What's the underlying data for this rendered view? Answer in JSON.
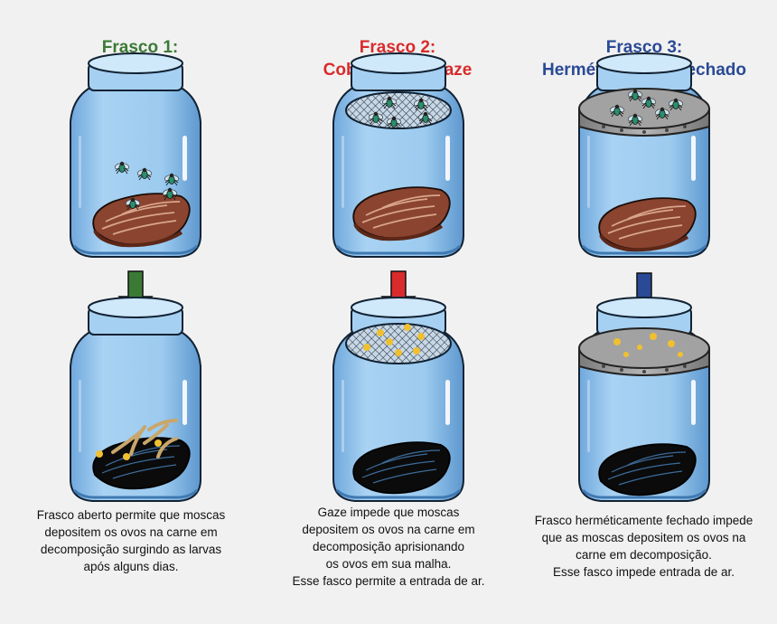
{
  "flasks": [
    {
      "title_line1": "Frasco 1:",
      "title_line2": "Aberto",
      "color": "#3b7a35",
      "caption": [
        "Frasco aberto permite que moscas",
        "depositem os ovos na carne em",
        "decomposição surgindo as larvas",
        "após alguns dias."
      ]
    },
    {
      "title_line1": "Frasco 2:",
      "title_line2": "Coberto com gaze",
      "color": "#d92b2b",
      "caption": [
        "Gaze impede que moscas",
        "depositem os ovos na carne em",
        "decomposição aprisionando",
        "os ovos em sua malha.",
        "Esse fasco permite a entrada de ar."
      ]
    },
    {
      "title_line1": "Frasco 3:",
      "title_line2": "Herméticamente fechado",
      "color": "#2a4a96",
      "caption": [
        "Frasco herméticamente fechado impede",
        "que as moscas depositem os ovos na",
        "carne em decomposição.",
        "Esse  fasco impede entrada de ar."
      ]
    }
  ],
  "icons": [
    "jar-icon",
    "fly-icon",
    "meat-icon",
    "gauze-icon",
    "lid-icon",
    "larva-icon",
    "egg-icon",
    "arrow-down-icon"
  ]
}
